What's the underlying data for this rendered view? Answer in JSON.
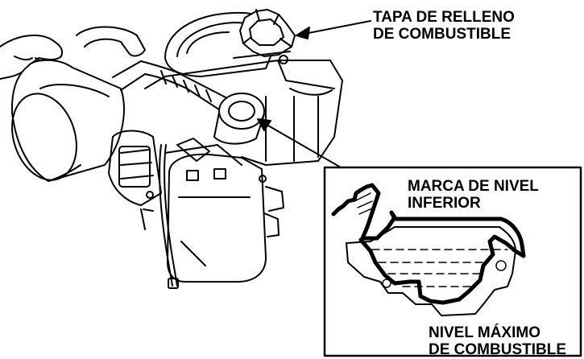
{
  "labels": {
    "fuel_cap": [
      "TAPA DE RELLENO",
      "DE COMBUSTIBLE"
    ],
    "lower_level_mark": [
      "MARCA DE NIVEL",
      "INFERIOR"
    ],
    "max_fuel_level": [
      "NIVEL MÁXIMO",
      "DE COMBUSTIBLE"
    ]
  },
  "colors": {
    "line": "#000000",
    "background": "#ffffff"
  }
}
